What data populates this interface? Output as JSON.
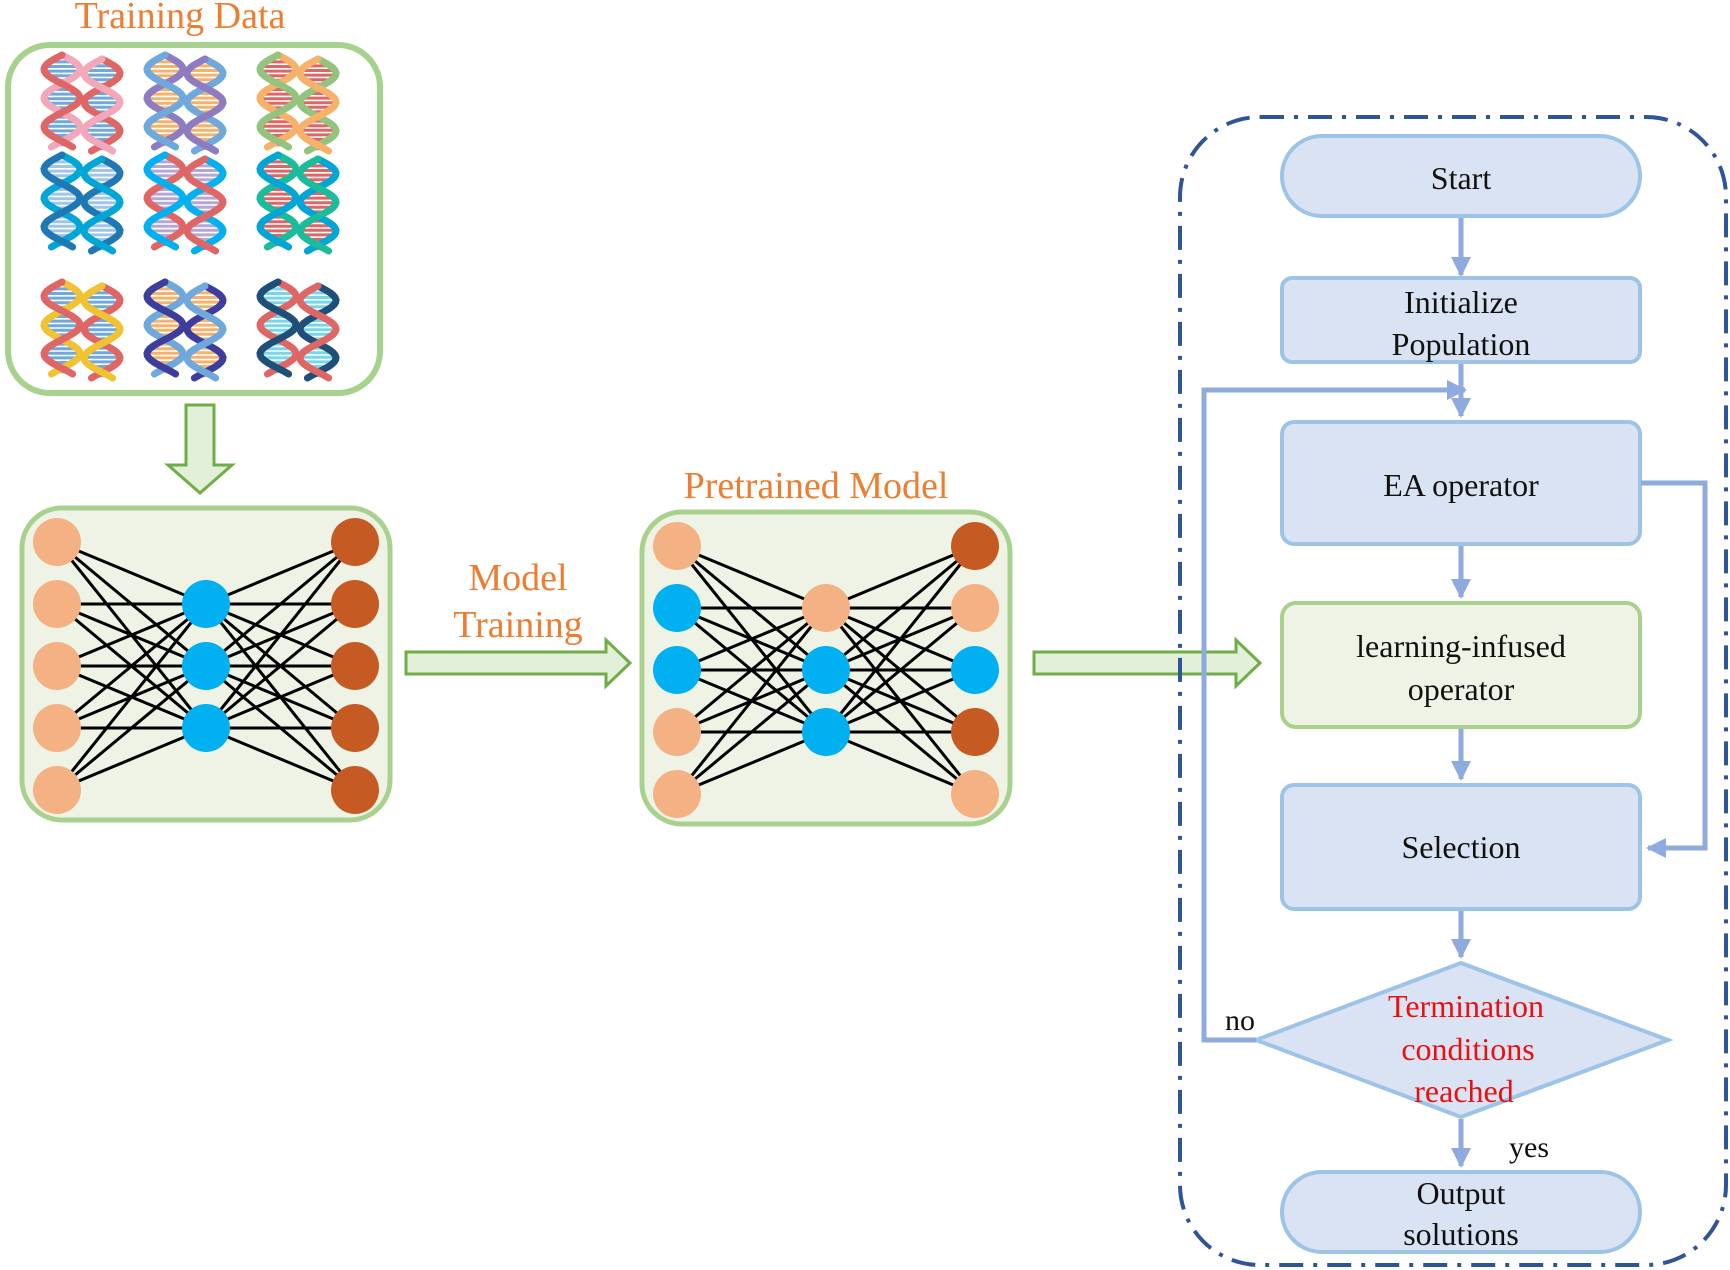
{
  "training_data": {
    "title": "Training Data"
  },
  "model_training": {
    "line1": "Model",
    "line2": "Training"
  },
  "pretrained_model": {
    "title": "Pretrained Model"
  },
  "flowchart": {
    "start": "Start",
    "initialize": {
      "line1": "Initialize",
      "line2": "Population"
    },
    "ea_operator": "EA operator",
    "learning_operator": {
      "line1": "learning-infused",
      "line2": "operator"
    },
    "selection": "Selection",
    "termination": {
      "line1": "Termination",
      "line2": "conditions",
      "line3": "reached"
    },
    "no_label": "no",
    "yes_label": "yes",
    "output": {
      "line1": "Output",
      "line2": "solutions"
    }
  },
  "colors": {
    "accent_orange": "#ED7D31",
    "node_peach": "#F4B183",
    "node_blue": "#00B0F0",
    "node_rust": "#C55A22",
    "panel_green_border": "#A9D18E",
    "panel_green_fill": "#EEF3E6",
    "flow_blue_fill": "#DAE3F3",
    "flow_blue_border": "#9DC3E6",
    "flow_arrow": "#8FAADC",
    "dashed_border": "#2F5597",
    "termination_red": "#E81010"
  },
  "icons": [
    "dna-helix-icon",
    "right-arrow-icon",
    "down-arrow-icon"
  ]
}
